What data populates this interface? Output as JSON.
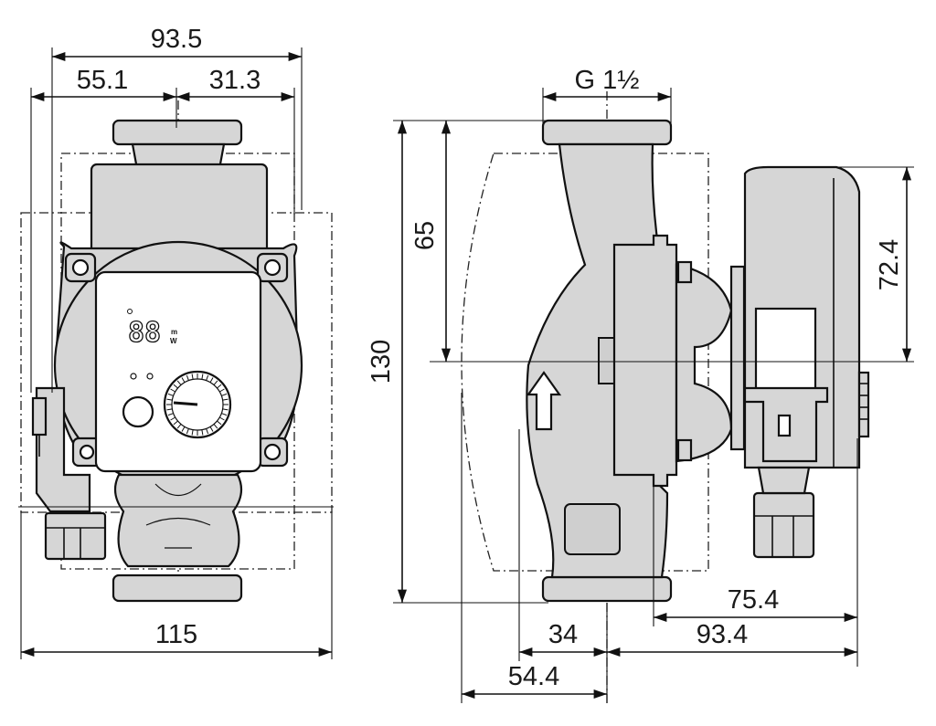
{
  "front_view": {
    "dimensions": {
      "overall_width_top": "93.5",
      "left_offset": "55.1",
      "right_offset": "31.3",
      "overall_width_bottom": "115"
    },
    "display": {
      "readout": "88",
      "unit_top": "m",
      "unit_bottom": "W"
    }
  },
  "side_view": {
    "dimensions": {
      "thread": "G 1½",
      "overall_height": "130",
      "upper_height": "65",
      "motor_height": "72.4",
      "motor_depth": "75.4",
      "right_extent": "93.4",
      "inlet_offset": "34",
      "left_extent": "54.4"
    }
  }
}
